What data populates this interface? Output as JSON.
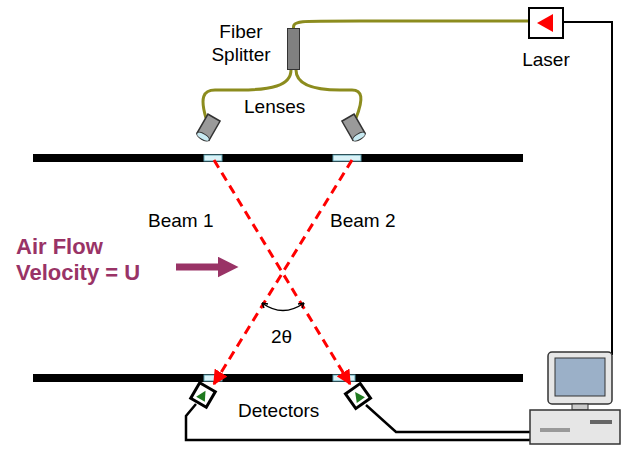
{
  "diagram": {
    "nodes": [
      {
        "text": [
          "Fiber Splitter"
        ]
      },
      {
        "text": [
          "Laser"
        ]
      }
    ],
    "edges": [
      {
        "from": 1,
        "to": 0,
        "arrow": "none"
      }
    ],
    "labels": [
      "Lenses",
      "Beam 1",
      "Beam 2",
      "Air Flow Velocity = U",
      "2θ",
      "Detectors"
    ]
  }
}
